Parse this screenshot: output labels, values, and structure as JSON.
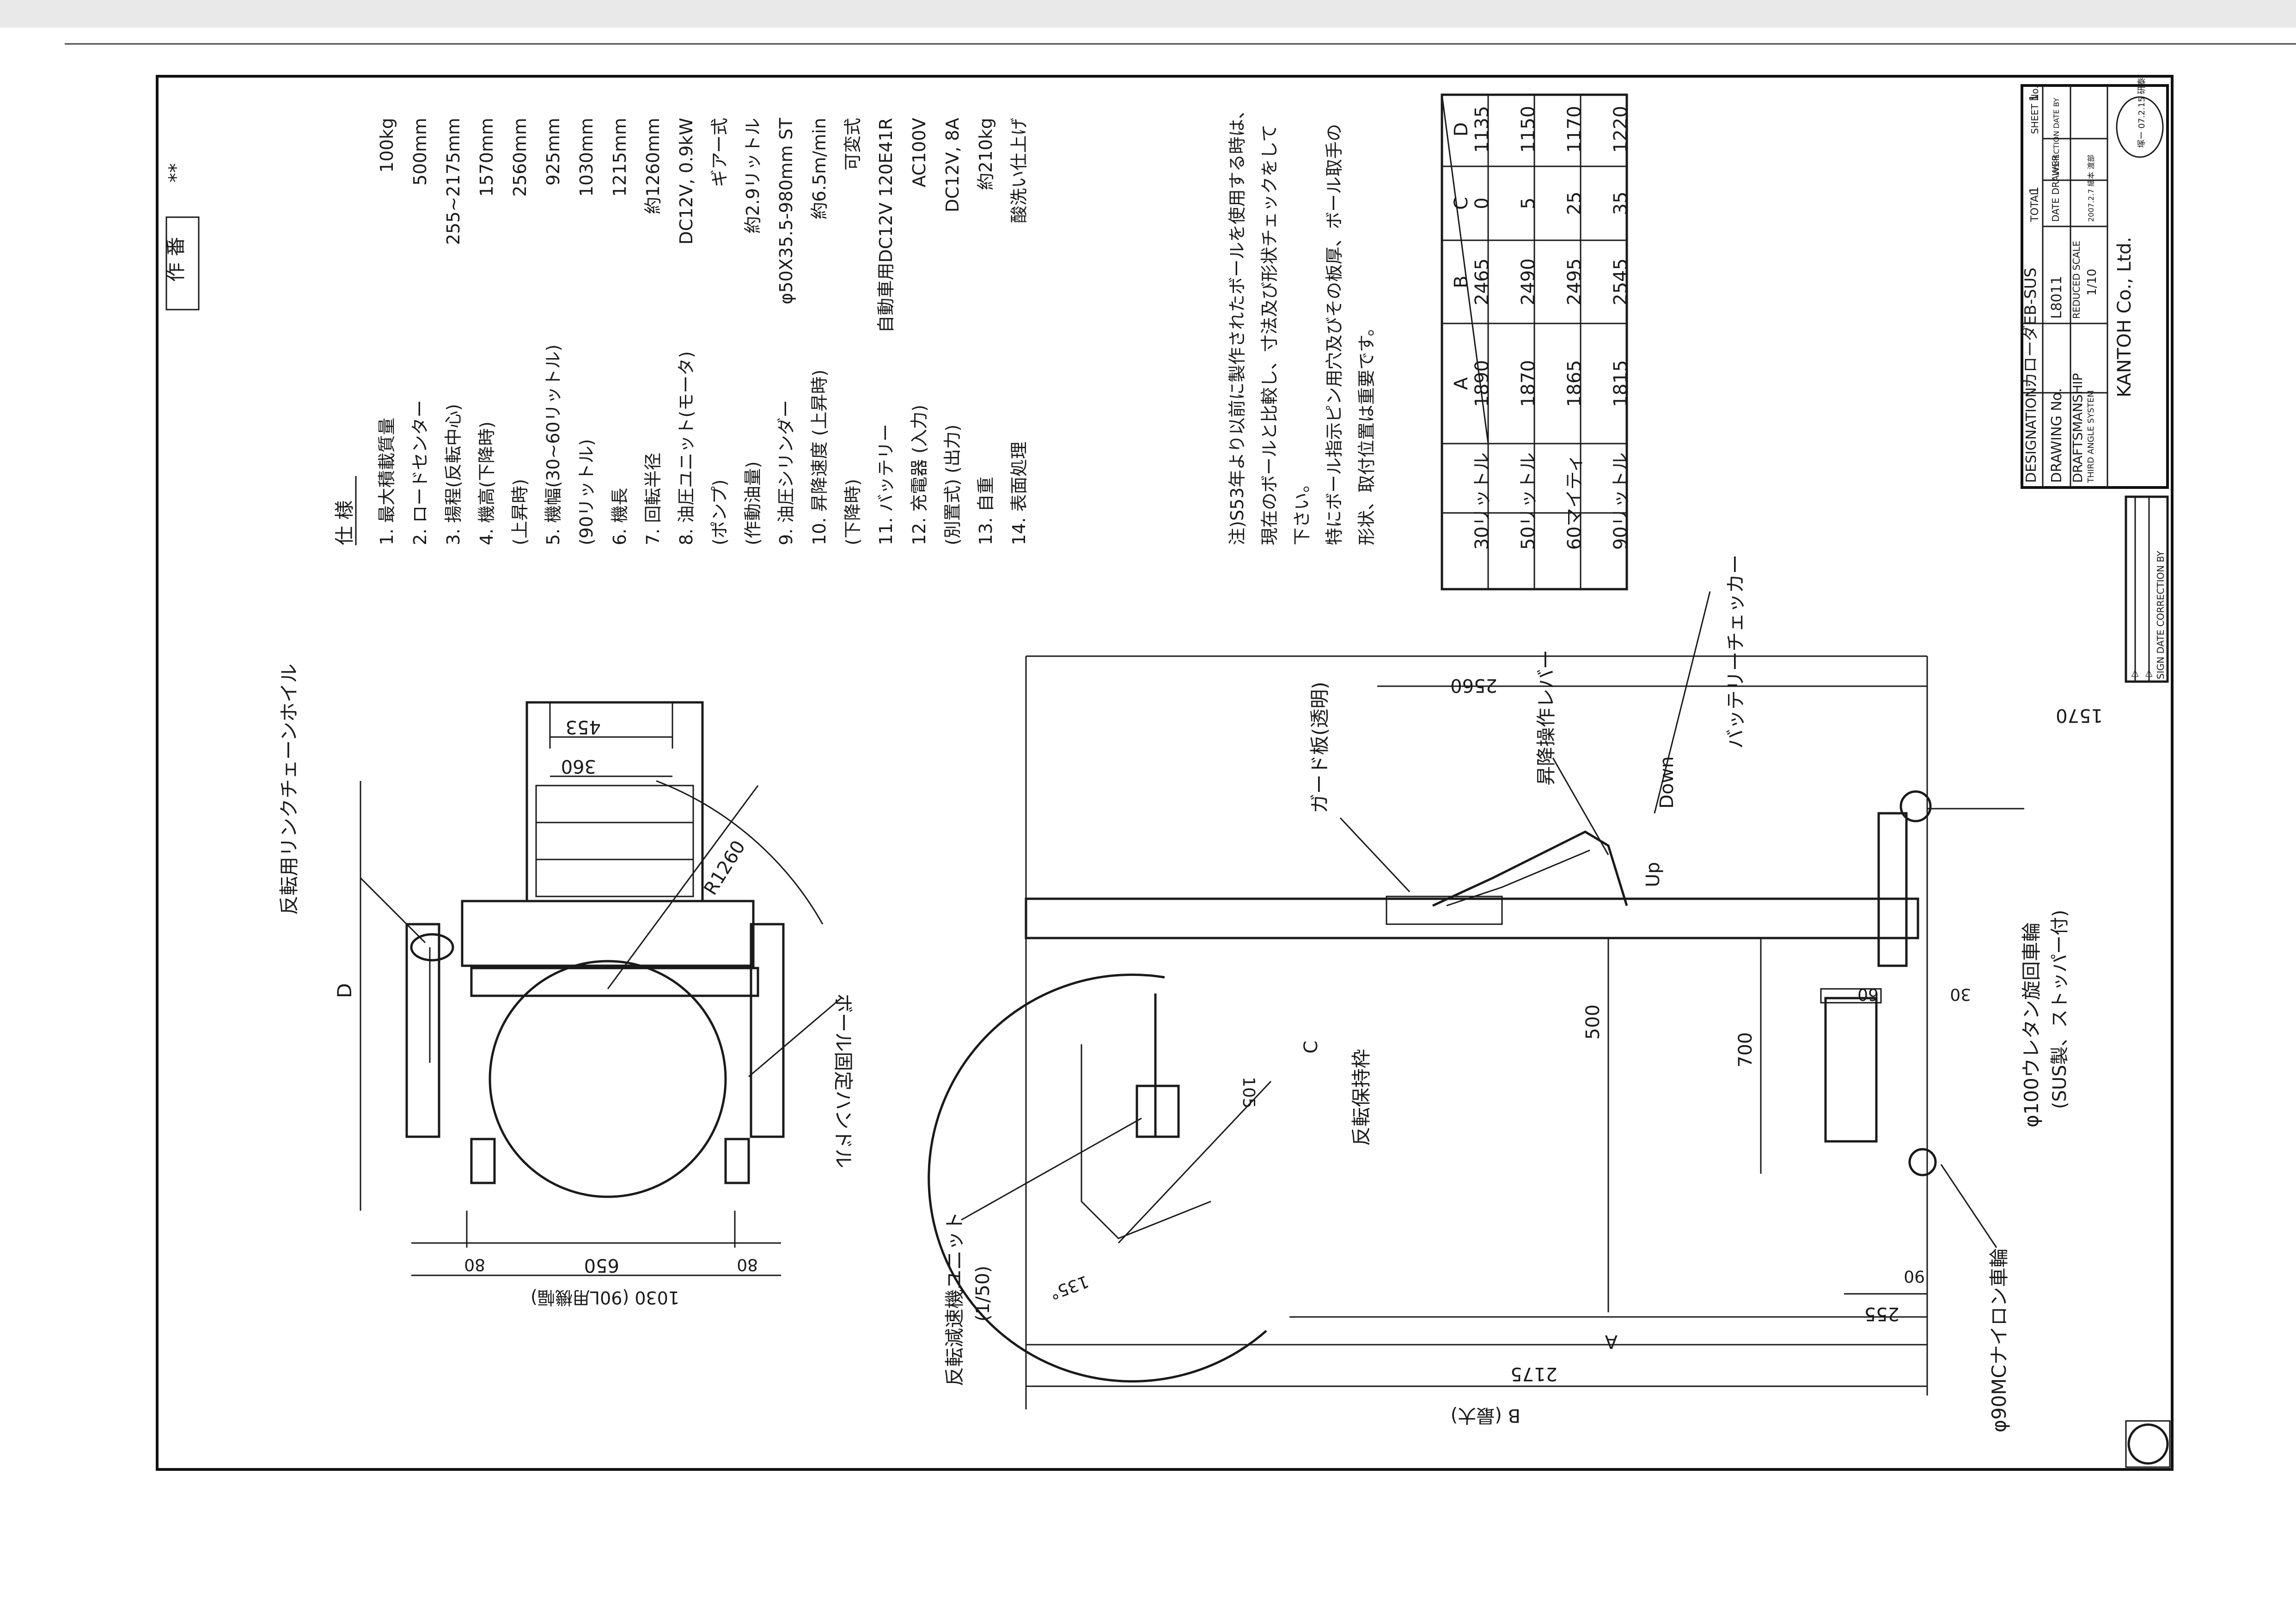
{
  "sheet_marks": {
    "work_no_label": "作 番",
    "work_no_value": "**"
  },
  "specs": {
    "heading": "仕 様",
    "items": [
      {
        "label": "1. 最大積載質量",
        "value": "100kg"
      },
      {
        "label": "2. ロードセンター",
        "value": "500mm"
      },
      {
        "label": "3. 揚程(反転中心)",
        "value": "255~2175mm"
      },
      {
        "label": "4. 機高(下降時)",
        "value": "1570mm"
      },
      {
        "label": "(上昇時)",
        "value": "2560mm"
      },
      {
        "label": "5. 機幅(30~60リットル)",
        "value": "925mm"
      },
      {
        "label": "(90リットル)",
        "value": "1030mm"
      },
      {
        "label": "6. 機長",
        "value": "1215mm"
      },
      {
        "label": "7. 回転半径",
        "value": "約1260mm"
      },
      {
        "label": "8. 油圧ユニット(モータ)",
        "value": "DC12V, 0.9kW"
      },
      {
        "label": "(ポンプ)",
        "value": "ギアー式"
      },
      {
        "label": "(作動油量)",
        "value": "約2.9リットル"
      },
      {
        "label": "9. 油圧シリンダー",
        "value": "φ50X35.5-980mm ST"
      },
      {
        "label": "10. 昇降速度 (上昇時)",
        "value": "約6.5m/min"
      },
      {
        "label": "(下降時)",
        "value": "可変式"
      },
      {
        "label": "11. バッテリー",
        "value": "自動車用DC12V 120E41R"
      },
      {
        "label": "12. 充電器 (入力)",
        "value": "AC100V"
      },
      {
        "label": "(別置式) (出力)",
        "value": "DC12V, 8A"
      },
      {
        "label": "13. 自重",
        "value": "約210kg"
      },
      {
        "label": "14. 表面処理",
        "value": "酸洗い仕上げ"
      }
    ]
  },
  "notes": [
    "注)S53年より以前に製作されたボールを使用する時は、",
    "現在のボールと比較し、寸法及び形状チェックをして",
    "下さい。",
    "特にボール指示ピン用穴及びその板厚、ボール取手の",
    "形状、取付位置は重要です。"
  ],
  "size_table": {
    "headers": [
      "",
      "A",
      "B",
      "C",
      "D"
    ],
    "rows": [
      [
        "30リットル",
        "1890",
        "2465",
        "0",
        "1135"
      ],
      [
        "50リットル",
        "1870",
        "2490",
        "5",
        "1150"
      ],
      [
        "60マイティ",
        "1865",
        "2495",
        "25",
        "1170"
      ],
      [
        "90リットル",
        "1815",
        "2545",
        "35",
        "1220"
      ]
    ]
  },
  "title_block": {
    "designation_label": "DESIGNATION:",
    "designation_value": "カローダEB-SUS",
    "sheet_label": "SHEET No.",
    "sheet_value": "1",
    "drawing_no_label": "DRAWING No.",
    "drawing_no_value": "L8011",
    "total_label": "TOTAL",
    "total_value": "1",
    "draftsmanship_label": "DRAFTSMANSHIP",
    "reduced_scale_label": "REDUCED SCALE",
    "reduced_scale_value": "1/10",
    "date_drawer_label": "DATE DRAWER",
    "date_drawer_value": "2007.2.7 細本 渡部",
    "inspection_label": "INSPECTION DATE BY",
    "third_angle_label": "THIRD ANGLE SYSTEM",
    "company": "KANTOH Co., Ltd.",
    "revision_header": "SIGN DATE CORRECTION BY",
    "revision_marks": [
      "△",
      "△"
    ],
    "stamp": "塚ー 07.2.15 研泰"
  },
  "front_view": {
    "label_wheel": "反転用リンクチェーンホイル",
    "label_handle": "ボール固定ハンドル",
    "dim_453": "453",
    "dim_360": "360",
    "dim_r1260": "R1260",
    "dim_d": "D",
    "dim_80_left": "80",
    "dim_650": "650",
    "dim_80_right": "80",
    "dim_total": "1030 (90L用機幅)"
  },
  "side_view": {
    "label_guard": "ガード板(透明)",
    "label_lever": "昇降操作レバー",
    "label_checker": "バッテリーチェッカー",
    "label_up": "Up",
    "label_down": "Down",
    "label_holder": "反転保持枠",
    "label_reducer": "反転減速機ユニット",
    "label_reducer_ratio": "(1/50)",
    "label_caster": "φ100ウレタン旋回車輪",
    "label_caster_note": "(SUS製、ストッパー付)",
    "label_wheel90": "φ90MCナイロン車輪",
    "dim_2560": "2560",
    "dim_1570": "1570",
    "dim_500": "500",
    "dim_700": "700",
    "dim_60": "60",
    "dim_30": "30",
    "dim_90": "90",
    "dim_255": "255",
    "dim_a": "A",
    "dim_2175": "2175",
    "dim_b": "B (最大)",
    "dim_c": "C",
    "dim_105": "105",
    "dim_135": "135°"
  }
}
